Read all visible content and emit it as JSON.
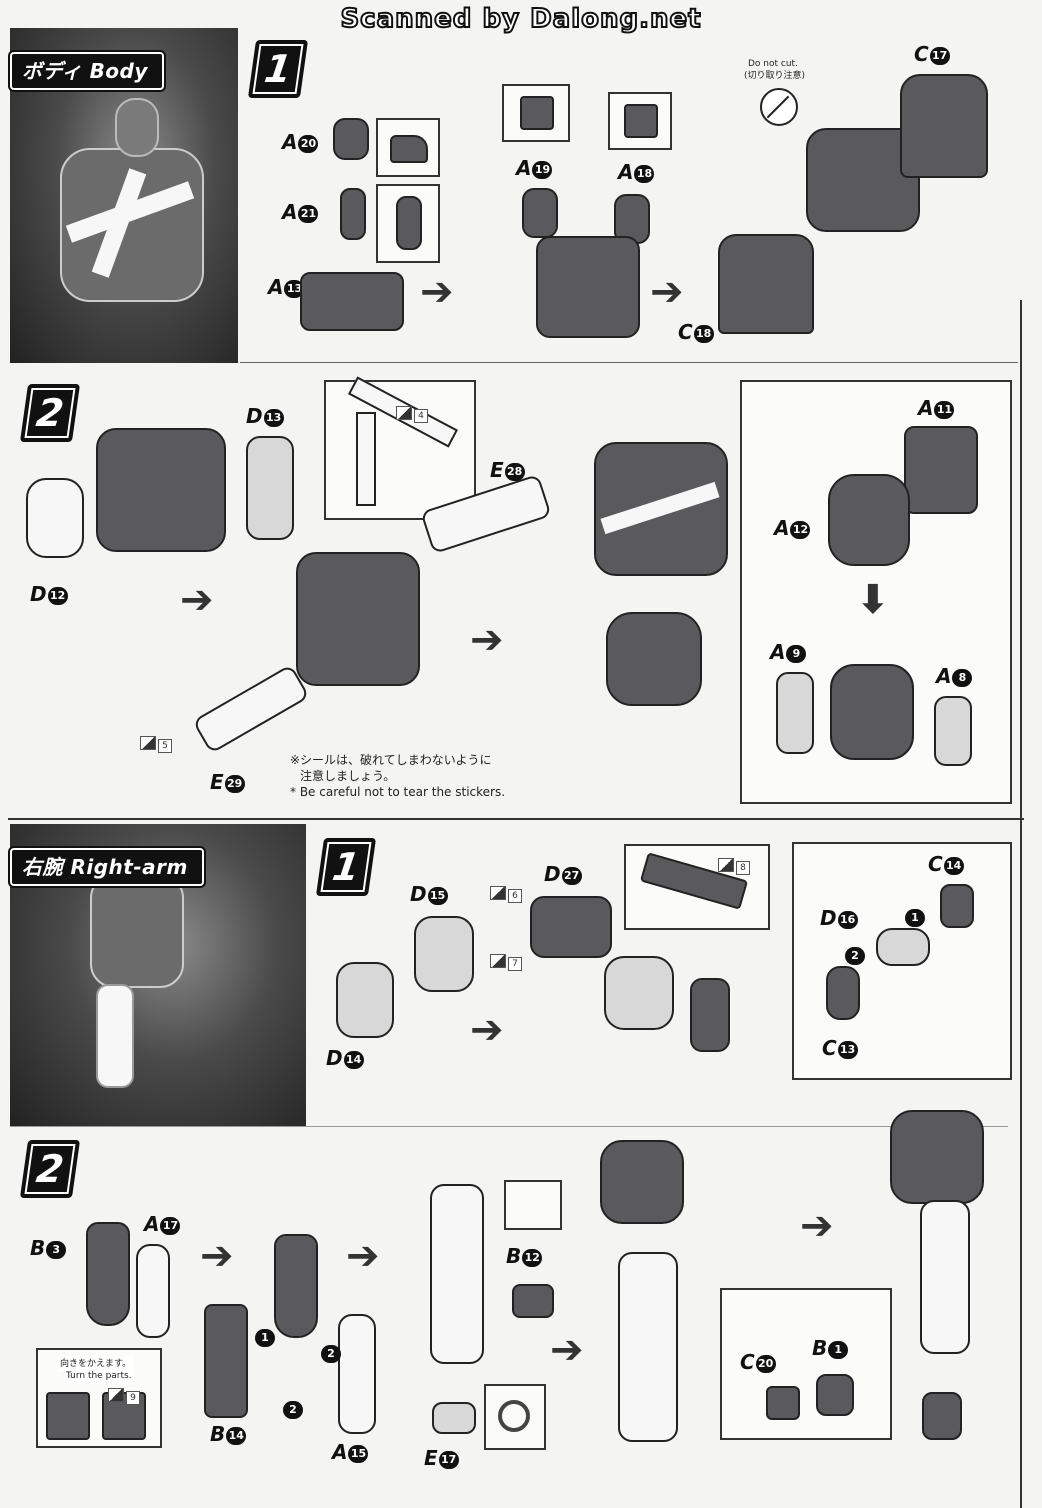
{
  "watermark": "Scanned by Dalong.net",
  "sections": {
    "body": {
      "title": "ボディ Body"
    },
    "right_arm": {
      "title": "右腕 Right-arm"
    }
  },
  "steps": {
    "body_1": "1",
    "body_2": "2",
    "arm_1": "1",
    "arm_2": "2"
  },
  "body_step1": {
    "parts": [
      {
        "letter": "A",
        "num": "20"
      },
      {
        "letter": "A",
        "num": "21"
      },
      {
        "letter": "A",
        "num": "13"
      },
      {
        "letter": "A",
        "num": "19"
      },
      {
        "letter": "A",
        "num": "18"
      },
      {
        "letter": "C",
        "num": "18"
      },
      {
        "letter": "C",
        "num": "17"
      }
    ],
    "do_not_cut": "Do not cut.",
    "do_not_cut_jp": "(切り取り注意)"
  },
  "body_step2": {
    "parts": [
      {
        "letter": "D",
        "num": "13"
      },
      {
        "letter": "D",
        "num": "12"
      },
      {
        "letter": "E",
        "num": "28"
      },
      {
        "letter": "E",
        "num": "29"
      },
      {
        "letter": "A",
        "num": "11"
      },
      {
        "letter": "A",
        "num": "12"
      },
      {
        "letter": "A",
        "num": "9"
      },
      {
        "letter": "A",
        "num": "8"
      }
    ],
    "stickers": [
      "4",
      "5"
    ],
    "note_jp_1": "※シールは、破れてしまわないように",
    "note_jp_2": "注意しましょう。",
    "note_en": "* Be careful not to tear the stickers."
  },
  "arm_step1": {
    "parts": [
      {
        "letter": "D",
        "num": "15"
      },
      {
        "letter": "D",
        "num": "27"
      },
      {
        "letter": "D",
        "num": "14"
      },
      {
        "letter": "C",
        "num": "14"
      },
      {
        "letter": "D",
        "num": "16"
      },
      {
        "letter": "C",
        "num": "13"
      }
    ],
    "stickers": [
      "6",
      "7",
      "8"
    ],
    "order": [
      "1",
      "2"
    ]
  },
  "arm_step2": {
    "parts": [
      {
        "letter": "B",
        "num": "3"
      },
      {
        "letter": "A",
        "num": "17"
      },
      {
        "letter": "B",
        "num": "14"
      },
      {
        "letter": "A",
        "num": "15"
      },
      {
        "letter": "B",
        "num": "12"
      },
      {
        "letter": "E",
        "num": "17"
      },
      {
        "letter": "C",
        "num": "20"
      },
      {
        "letter": "B",
        "num": "1"
      }
    ],
    "turn_jp": "向きをかえます。",
    "turn_en": "Turn the parts.",
    "stickers": [
      "9"
    ],
    "order": [
      "1",
      "2",
      "2"
    ]
  }
}
